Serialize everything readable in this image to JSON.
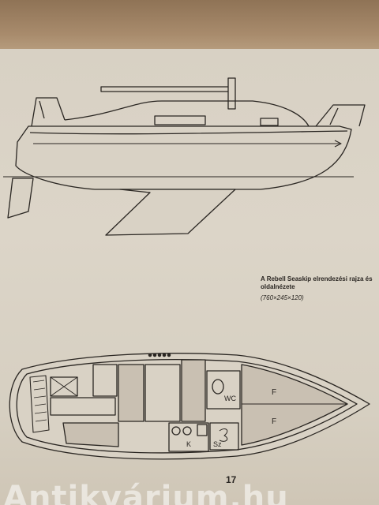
{
  "caption": {
    "title": "A Rebell Seaskip elrendezési rajza és oldalnézete",
    "dimensions": "(760×245×120)"
  },
  "plan_labels": {
    "wc": "WC",
    "forepeak_top": "F",
    "forepeak_bottom": "F",
    "galley": "K",
    "stowage": "Sz"
  },
  "page_number": "17",
  "watermark": "Antikvárium.hu"
}
